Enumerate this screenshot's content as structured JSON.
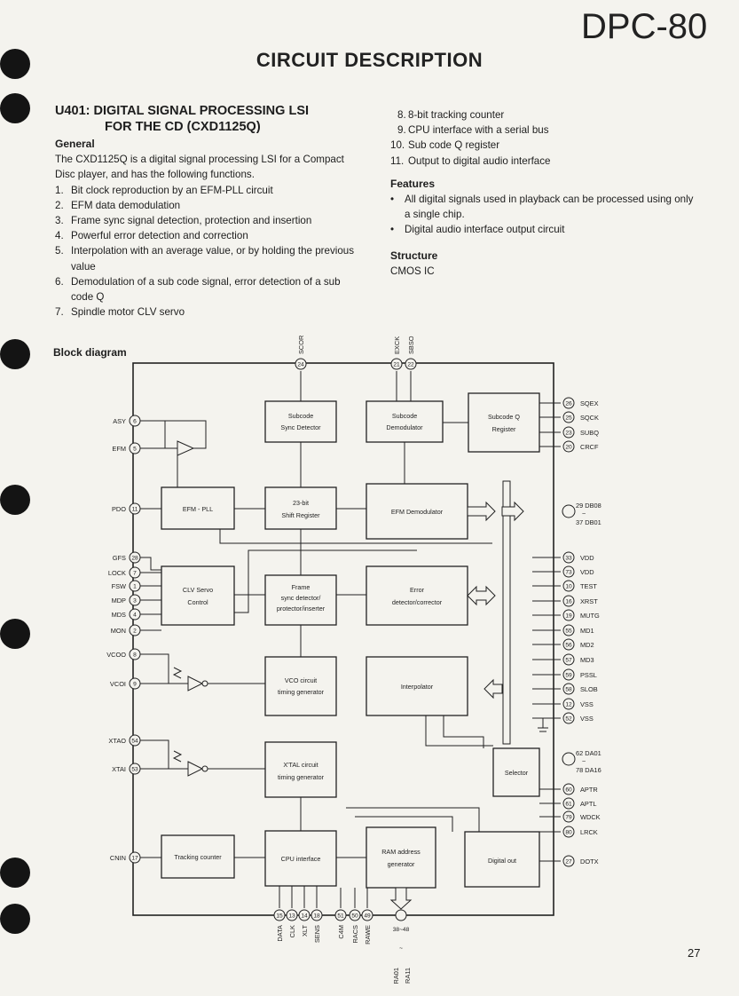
{
  "header": {
    "model": "DPC-80",
    "title": "CIRCUIT DESCRIPTION",
    "page_number": "27"
  },
  "section": {
    "line1": "U401:  DIGITAL SIGNAL PROCESSING LSI",
    "line2": "FOR THE CD (CXD1125Q)"
  },
  "general": {
    "heading": "General",
    "intro": "The CXD1125Q is a digital signal processing LSI for a Compact Disc player, and has the following functions.",
    "items": [
      {
        "n": "1.",
        "t": "Bit clock reproduction by an EFM-PLL circuit"
      },
      {
        "n": "2.",
        "t": "EFM data demodulation"
      },
      {
        "n": "3.",
        "t": "Frame sync signal detection, protection and insertion"
      },
      {
        "n": "4.",
        "t": "Powerful error detection and correction"
      },
      {
        "n": "5.",
        "t": "Interpolation with an average value, or by holding the previous value"
      },
      {
        "n": "6.",
        "t": "Demodulation of a sub code signal, error detection of a sub code Q"
      },
      {
        "n": "7.",
        "t": "Spindle motor CLV servo"
      }
    ]
  },
  "more_items": [
    {
      "n": "8.",
      "t": "8-bit tracking counter"
    },
    {
      "n": "9.",
      "t": "CPU interface with a serial bus"
    },
    {
      "n": "10.",
      "t": "Sub code Q register"
    },
    {
      "n": "11.",
      "t": "Output to digital audio interface"
    }
  ],
  "features": {
    "heading": "Features",
    "items": [
      {
        "b": "•",
        "t": "All digital signals used in playback can be processed using only a single chip."
      },
      {
        "b": "•",
        "t": "Digital audio interface output circuit"
      }
    ]
  },
  "structure": {
    "heading": "Structure",
    "text": "CMOS IC"
  },
  "block_diagram": {
    "label": "Block diagram",
    "blocks": {
      "subcode_sync": [
        "Subcode",
        "Sync Detector"
      ],
      "subcode_demod": [
        "Subcode",
        "Demodulator"
      ],
      "subcode_q": [
        "Subcode Q",
        "Register"
      ],
      "efm_pll": [
        "EFM - PLL"
      ],
      "shift_reg": [
        "23-bit",
        "Shift Register"
      ],
      "efm_demod": [
        "EFM Demodulator"
      ],
      "clv": [
        "CLV Servo",
        "Control"
      ],
      "frame_sync": [
        "Frame",
        "sync detector/",
        "protector/inserter"
      ],
      "error": [
        "Error",
        "detector/corrector"
      ],
      "vco": [
        "VCO circuit",
        "timing generator"
      ],
      "interp": [
        "Interpolator"
      ],
      "xtal": [
        "X'TAL circuit",
        "timing generator"
      ],
      "selector": [
        "Selector"
      ],
      "tracking": [
        "Tracking counter"
      ],
      "cpu": [
        "CPU interface"
      ],
      "ram": [
        "RAM address",
        "generator"
      ],
      "digital_out": [
        "Digital out"
      ]
    },
    "pins_left": [
      {
        "num": "6",
        "name": "ASY"
      },
      {
        "num": "5",
        "name": "EFM"
      },
      {
        "num": "11",
        "name": "PDO"
      },
      {
        "num": "28",
        "name": "GFS"
      },
      {
        "num": "7",
        "name": "LOCK"
      },
      {
        "num": "1",
        "name": "FSW"
      },
      {
        "num": "3",
        "name": "MDP"
      },
      {
        "num": "4",
        "name": "MDS"
      },
      {
        "num": "2",
        "name": "MON"
      },
      {
        "num": "8",
        "name": "VCOO"
      },
      {
        "num": "9",
        "name": "VCOI"
      },
      {
        "num": "54",
        "name": "XTAO"
      },
      {
        "num": "53",
        "name": "XTAI"
      },
      {
        "num": "17",
        "name": "CNIN"
      }
    ],
    "pins_right": [
      {
        "num": "26",
        "name": "SQEX"
      },
      {
        "num": "25",
        "name": "SQCK"
      },
      {
        "num": "23",
        "name": "SUBQ"
      },
      {
        "num": "20",
        "name": "CRCF"
      },
      {
        "num": "33",
        "name": "VDD"
      },
      {
        "num": "73",
        "name": "VDD"
      },
      {
        "num": "10",
        "name": "TEST"
      },
      {
        "num": "16",
        "name": "XRST"
      },
      {
        "num": "19",
        "name": "MUTG"
      },
      {
        "num": "55",
        "name": "MD1"
      },
      {
        "num": "56",
        "name": "MD2"
      },
      {
        "num": "57",
        "name": "MD3"
      },
      {
        "num": "59",
        "name": "PSSL"
      },
      {
        "num": "58",
        "name": "SLOB"
      },
      {
        "num": "12",
        "name": "VSS"
      },
      {
        "num": "52",
        "name": "VSS"
      },
      {
        "num": "60",
        "name": "APTR"
      },
      {
        "num": "61",
        "name": "APTL"
      },
      {
        "num": "79",
        "name": "WDCK"
      },
      {
        "num": "80",
        "name": "LRCK"
      },
      {
        "num": "27",
        "name": "DOTX"
      }
    ],
    "bus_db": {
      "top": "29 DB08",
      "tilde": "~",
      "bottom": "37 DB01"
    },
    "bus_da": {
      "top": "62 DA01",
      "tilde": "~",
      "bottom": "78 DA16"
    },
    "pins_top": [
      {
        "num": "24",
        "name": "SCOR"
      },
      {
        "num": "21",
        "name": "EXCK"
      },
      {
        "num": "22",
        "name": "SBSO"
      }
    ],
    "pins_bottom": [
      {
        "num": "15",
        "name": "DATA"
      },
      {
        "num": "13",
        "name": "CLK"
      },
      {
        "num": "14",
        "name": "XLT"
      },
      {
        "num": "18",
        "name": "SENS"
      },
      {
        "num": "51",
        "name": "C4M"
      },
      {
        "num": "50",
        "name": "RACS"
      },
      {
        "num": "49",
        "name": "RAWE"
      }
    ],
    "bus_ra": {
      "num": "38~48",
      "name_top": "RA01",
      "tilde": "~",
      "name_bottom": "RA11"
    }
  }
}
